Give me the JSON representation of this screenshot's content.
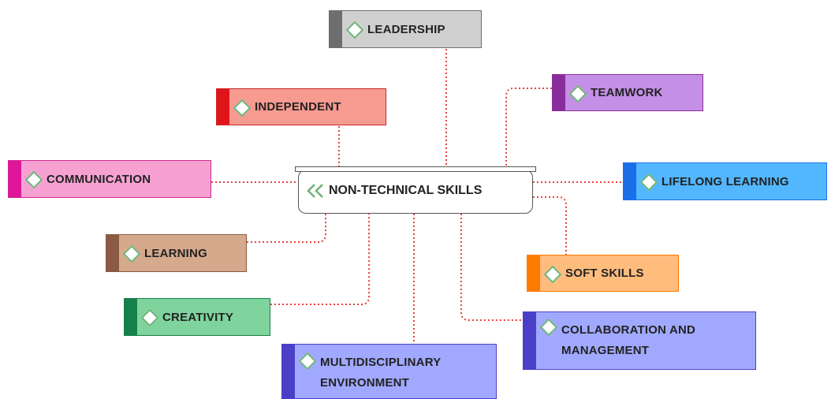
{
  "center": {
    "label": "NON-TECHNICAL SKILLS"
  },
  "nodes": {
    "leadership": {
      "label": "LEADERSHIP"
    },
    "independent": {
      "label": "INDEPENDENT"
    },
    "teamwork": {
      "label": "TEAMWORK"
    },
    "communication": {
      "label": "COMMUNICATION"
    },
    "lifelong": {
      "label": "LIFELONG LEARNING"
    },
    "learning": {
      "label": "LEARNING"
    },
    "soft": {
      "label": "SOFT SKILLS"
    },
    "creativity": {
      "label": "CREATIVITY"
    },
    "collab": {
      "line1": "COLLABORATION AND",
      "line2": "MANAGEMENT"
    },
    "multi": {
      "line1": "MULTIDISCIPLINARY",
      "line2": "ENVIRONMENT"
    }
  },
  "colors": {
    "connector": "#e8413c",
    "leadership": {
      "fill": "#cfcfcf",
      "tab": "#6e6e6e",
      "border": "#6e6e6e"
    },
    "independent": {
      "fill": "#f79a90",
      "tab": "#e0151a",
      "border": "#c9262a"
    },
    "teamwork": {
      "fill": "#c48fe6",
      "tab": "#8a2d9c",
      "border": "#8a2d9c"
    },
    "communication": {
      "fill": "#f7a1d3",
      "tab": "#e0169a",
      "border": "#d0278f"
    },
    "lifelong": {
      "fill": "#52b7ff",
      "tab": "#1a6fe8",
      "border": "#1a6fe8"
    },
    "learning": {
      "fill": "#d5a98b",
      "tab": "#8b5a44",
      "border": "#8b5a44"
    },
    "soft": {
      "fill": "#ffbd7d",
      "tab": "#ff7a00",
      "border": "#ff7a00"
    },
    "creativity": {
      "fill": "#7fd39d",
      "tab": "#16804a",
      "border": "#16804a"
    },
    "collab": {
      "fill": "#a0a9ff",
      "tab": "#4b3fc7",
      "border": "#4b3fc7"
    },
    "multi": {
      "fill": "#a0a9ff",
      "tab": "#4b3fc7",
      "border": "#4b3fc7"
    }
  }
}
